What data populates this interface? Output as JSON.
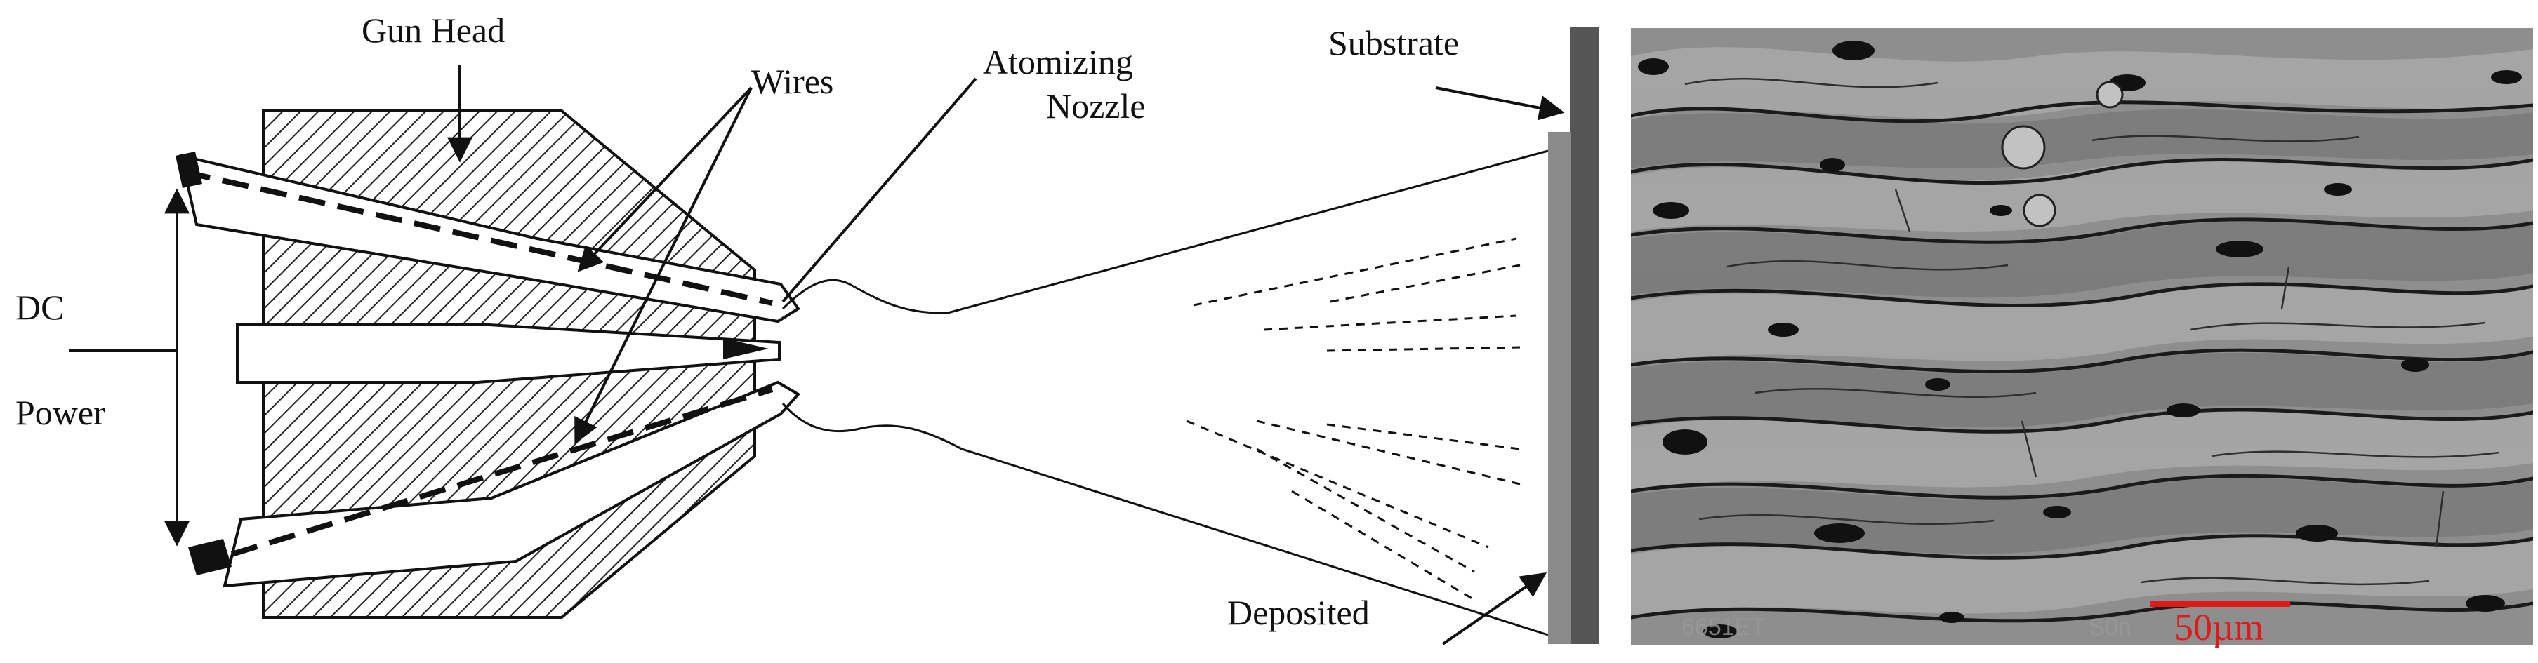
{
  "diagram": {
    "labels": {
      "gun_head": "Gun Head",
      "wires": "Wires",
      "atomizing_line1": "Atomizing",
      "atomizing_line2": "Nozzle",
      "substrate": "Substrate",
      "dc": "DC",
      "power": "Power",
      "deposited": "Deposited"
    }
  },
  "micrograph": {
    "scale_bar_label": "50µm",
    "scale_bar_color": "#e01a1a",
    "faint_caption_left": "6651ET",
    "faint_caption_right": "S0n"
  },
  "colors": {
    "line": "#111111",
    "substrate_dark": "#555555",
    "substrate_light": "#8a8a8a",
    "micrograph_base": "#8e8e8e"
  }
}
